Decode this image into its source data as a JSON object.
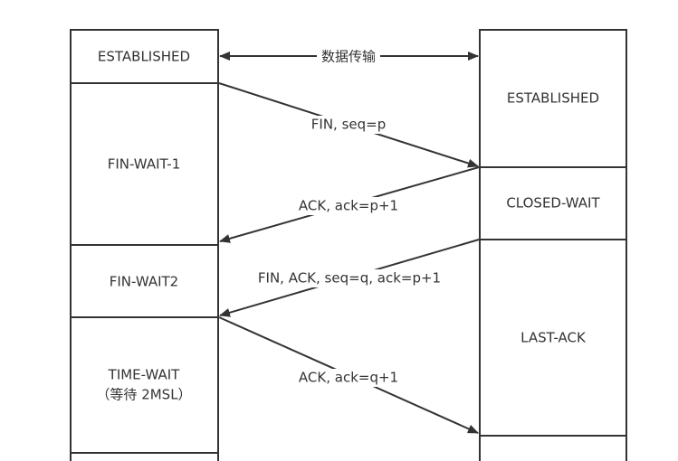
{
  "left_states": {
    "established": "ESTABLISHED",
    "fin_wait_1": "FIN-WAIT-1",
    "fin_wait_2": "FIN-WAIT2",
    "time_wait": "TIME-WAIT",
    "time_wait_note": "（等待 2MSL）"
  },
  "right_states": {
    "established": "ESTABLISHED",
    "closed_wait": "CLOSED-WAIT",
    "last_ack": "LAST-ACK"
  },
  "messages": {
    "data_transfer": "数据传输",
    "fin": "FIN, seq=p",
    "ack1": "ACK, ack=p+1",
    "fin_ack": "FIN, ACK, seq=q, ack=p+1",
    "ack2": "ACK, ack=q+1"
  },
  "colors": {
    "stroke": "#333333",
    "text": "#333333",
    "background": "#ffffff"
  }
}
